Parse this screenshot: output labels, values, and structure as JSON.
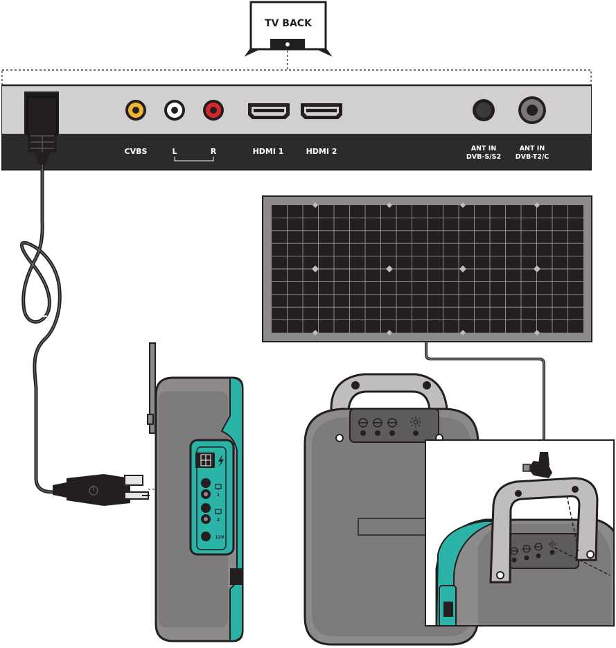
{
  "tv_badge": {
    "title": "TV BACK"
  },
  "tv_panel": {
    "ports": {
      "cvbs": "CVBS",
      "audio_left": "L",
      "audio_right": "R",
      "hdmi1": "HDMI 1",
      "hdmi2": "HDMI 2",
      "ant_sat_line1": "ANT IN",
      "ant_sat_line2": "DVB-S/S2",
      "ant_ter_line1": "ANT IN",
      "ant_ter_line2": "DVB-T2/C"
    }
  },
  "battery_unit": {
    "port_1": "1",
    "port_2": "2",
    "port_12v": "12V"
  },
  "colors": {
    "outline": "#231f20",
    "panel_gray": "#d1cfd0",
    "panel_dark": "#2b2b2b",
    "teal": "#2bb3a8",
    "body_gray": "#8d8a8b",
    "yellow": "#f2b531",
    "red": "#d9262e"
  },
  "icons": [
    "tv-icon",
    "power-plug-icon",
    "lightning-icon",
    "monitor-icon",
    "sun-icon",
    "solar-panel-icon"
  ]
}
